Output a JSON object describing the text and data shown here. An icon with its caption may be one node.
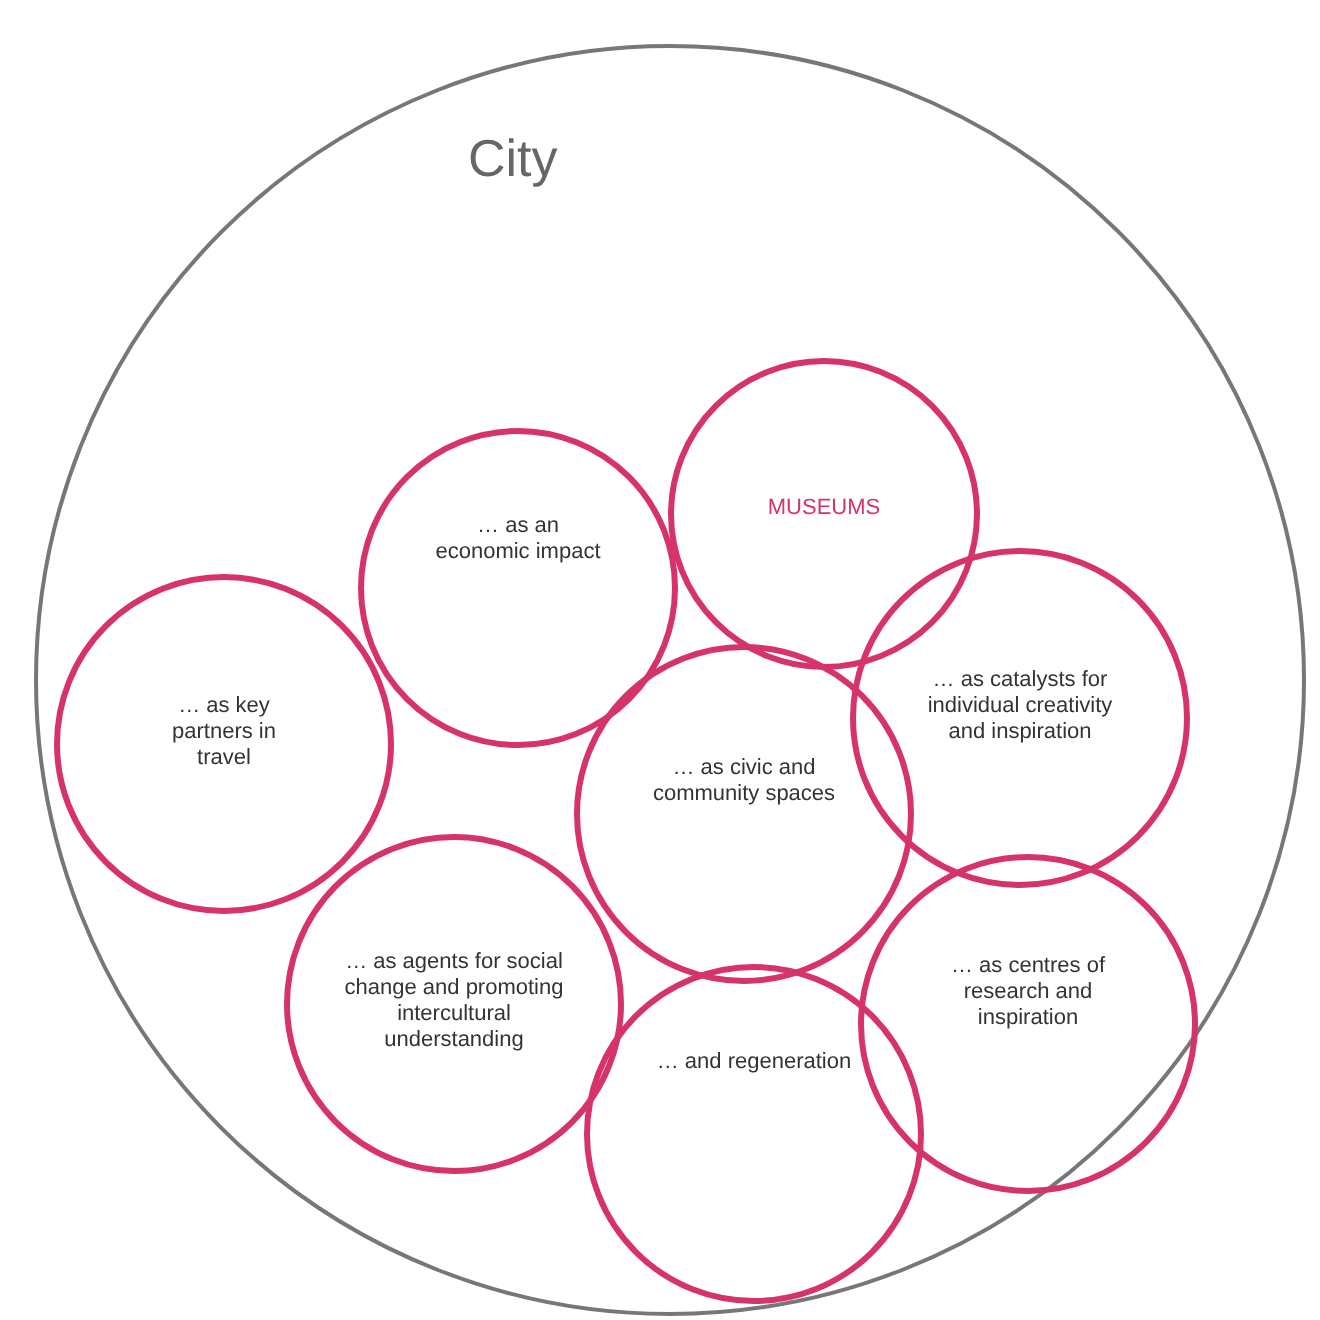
{
  "diagram": {
    "nodes": [
      {
        "text": [
          "City"
        ]
      },
      {
        "text": [
          "MUSEUMS"
        ],
        "in": 0
      },
      {
        "text": [
          "… as an economic impact"
        ],
        "in": 0
      },
      {
        "text": [
          "… as key partners in travel"
        ],
        "in": 0
      },
      {
        "text": [
          "… as catalysts for individual creativity and inspiration"
        ],
        "in": 0
      },
      {
        "text": [
          "… as civic and community spaces"
        ],
        "in": 0
      },
      {
        "text": [
          "… as agents for social change and promoting intercultural understanding"
        ],
        "in": 0
      },
      {
        "text": [
          "… as centres of research and inspiration"
        ],
        "in": 0
      },
      {
        "text": [
          "… and regeneration"
        ],
        "in": 0
      }
    ]
  }
}
